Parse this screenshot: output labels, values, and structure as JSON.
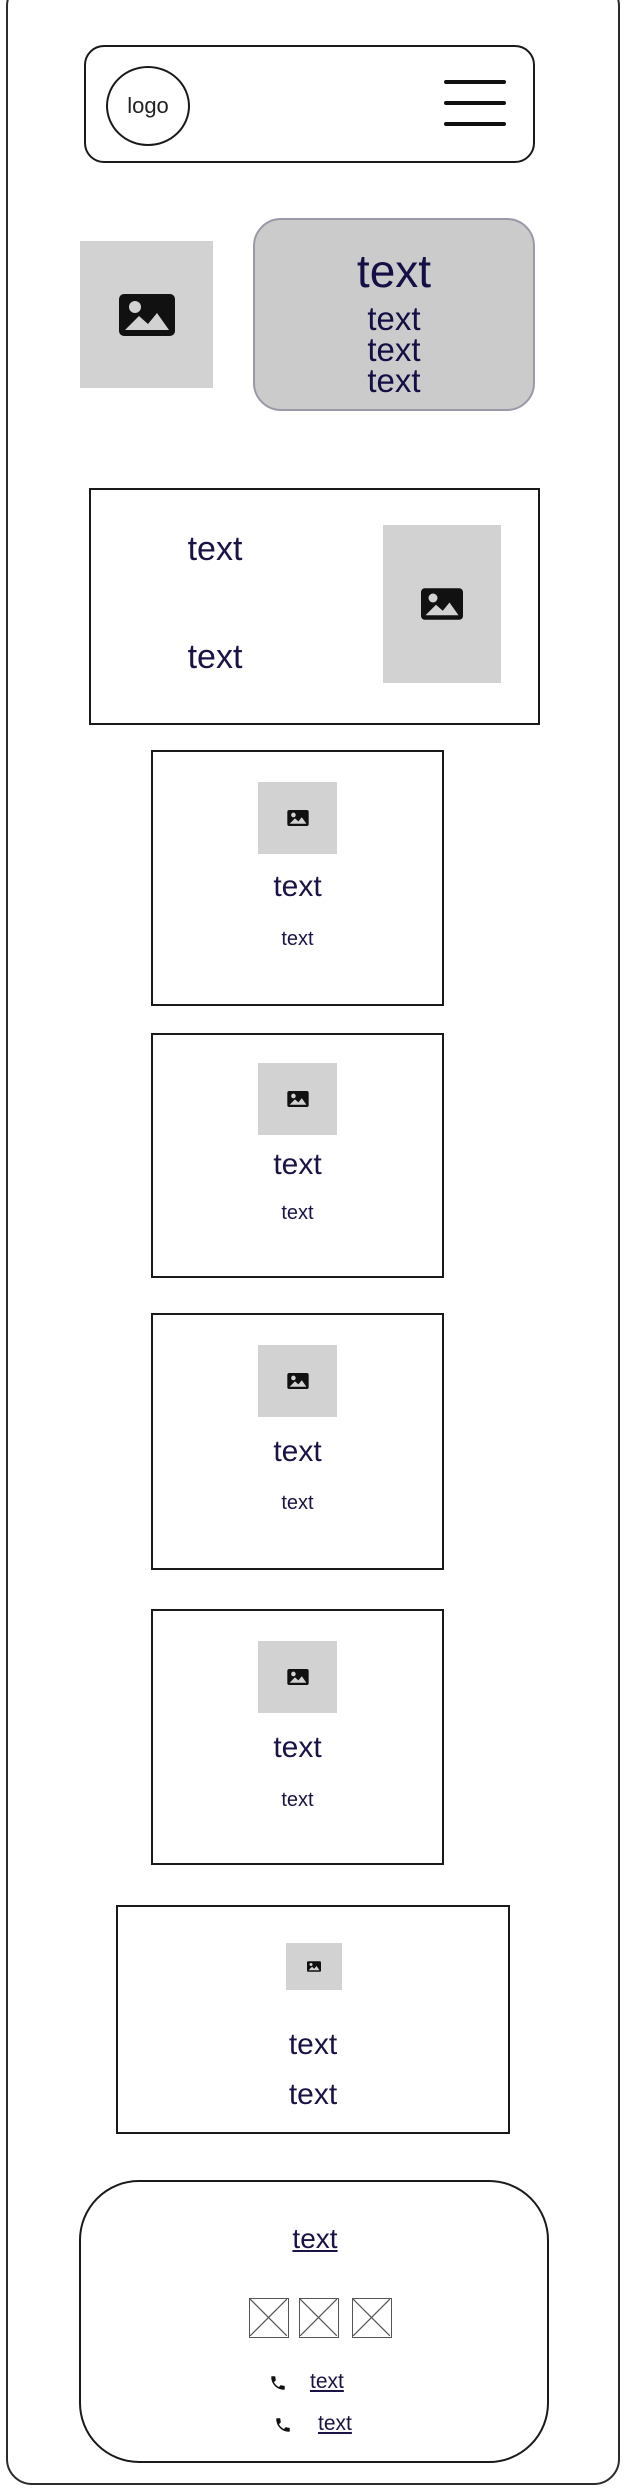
{
  "header": {
    "logo_label": "logo"
  },
  "hero": {
    "title": "text",
    "lines": [
      "text",
      "text",
      "text"
    ]
  },
  "feature": {
    "line1": "text",
    "line2": "text"
  },
  "cards": [
    {
      "title": "text",
      "subtitle": "text"
    },
    {
      "title": "text",
      "subtitle": "text"
    },
    {
      "title": "text",
      "subtitle": "text"
    },
    {
      "title": "text",
      "subtitle": "text"
    }
  ],
  "wide_card": {
    "line1": "text",
    "line2": "text"
  },
  "footer": {
    "link": "text",
    "social_icons": [
      "placeholder-icon",
      "placeholder-icon",
      "placeholder-icon"
    ],
    "contacts": [
      {
        "icon": "phone-icon",
        "label": "text"
      },
      {
        "icon": "phone-icon",
        "label": "text"
      }
    ]
  }
}
